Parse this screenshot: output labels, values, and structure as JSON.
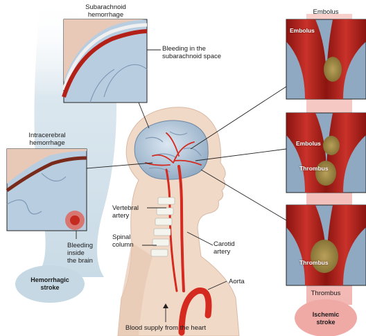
{
  "labels": {
    "subarachnoid_title_line1": "Subarachnoid",
    "subarachnoid_title_line2": "hemorrhage",
    "bleeding_subarachnoid_line1": "Bleeding in the",
    "bleeding_subarachnoid_line2": "subarachnoid space",
    "intracerebral_title_line1": "Intracerebral",
    "intracerebral_title_line2": "hemorrhage",
    "bleeding_brain_line1": "Bleeding",
    "bleeding_brain_line2": "inside",
    "bleeding_brain_line3": "the brain",
    "hemorrhagic_line1": "Hemorrhagic",
    "hemorrhagic_line2": "stroke",
    "vertebral_line1": "Vertebral",
    "vertebral_line2": "artery",
    "spinal_line1": "Spinal",
    "spinal_line2": "column",
    "carotid_line1": "Carotid",
    "carotid_line2": "artery",
    "aorta": "Aorta",
    "blood_supply": "Blood supply from the heart",
    "embolus_title": "Embolus",
    "embolus_in_panel1": "Embolus",
    "embolus_in_panel2": "Embolus",
    "thrombus_in_panel2": "Thrombus",
    "thrombus_in_panel3": "Thrombus",
    "thrombus_title": "Thrombus",
    "ischemic_line1": "Ischemic",
    "ischemic_line2": "stroke"
  },
  "colors": {
    "hemorrhagic_beam": "#c9dbe6",
    "ischemic_beam": "#f2b8b4",
    "artery_red": "#d42a20",
    "brain_blue": "#b9cde0",
    "skin": "#f1d9c8"
  }
}
